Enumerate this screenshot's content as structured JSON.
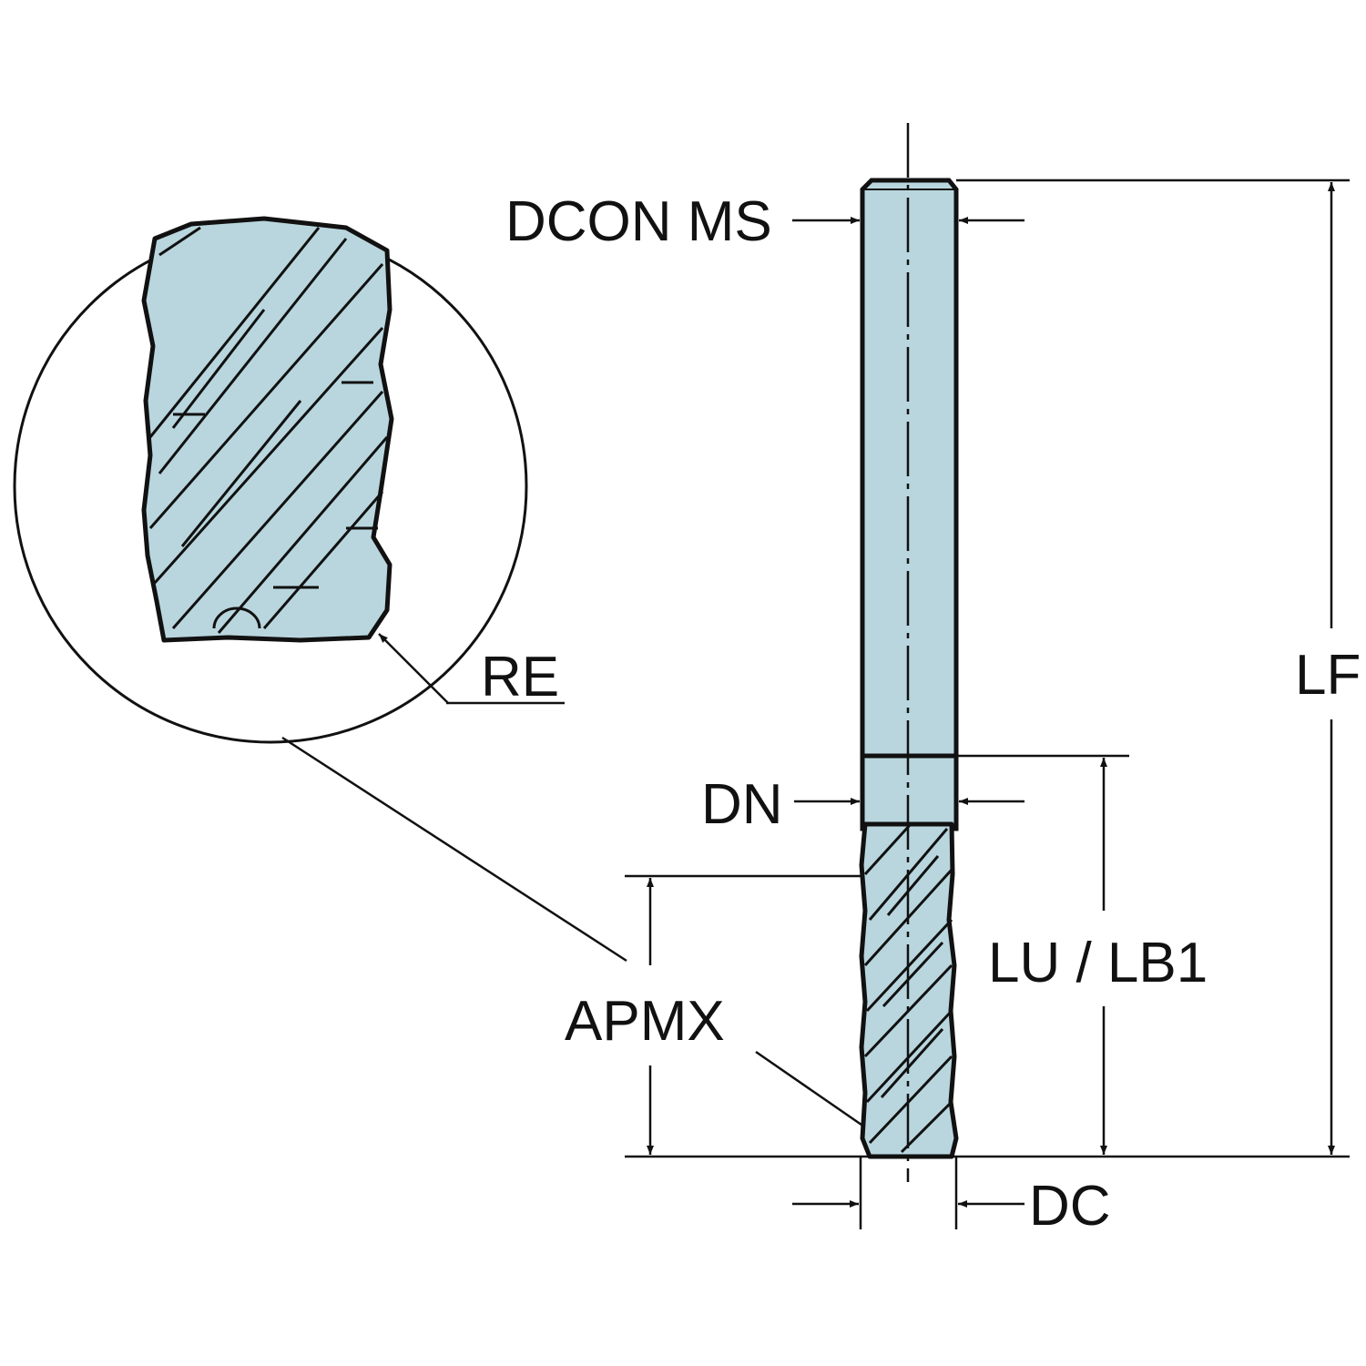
{
  "labels": {
    "dcon_ms": "DCON MS",
    "lf": "LF",
    "dn": "DN",
    "lu_lb1": "LU / LB1",
    "apmx": "APMX",
    "dc": "DC",
    "re": "RE"
  },
  "colors": {
    "tool_fill": "#b9d6de",
    "line": "#111111"
  }
}
